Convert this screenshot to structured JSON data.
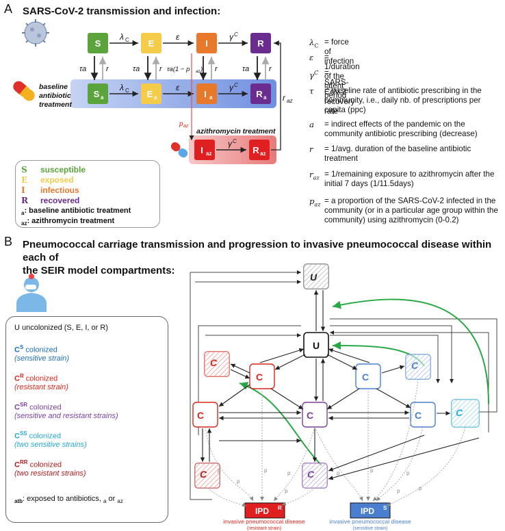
{
  "panelA": {
    "letter": "A",
    "title": "SARS-CoV-2 transmission and infection:",
    "states": [
      "S",
      "E",
      "I",
      "R"
    ],
    "states_abx": [
      "S",
      "E",
      "I",
      "R"
    ],
    "abx_sub": "a",
    "az_states": [
      "I",
      "R"
    ],
    "az_sub": "az",
    "baseline_label": [
      "baseline",
      "antibiotic",
      "treatment"
    ],
    "az_label": "azithromycin treatment",
    "arrow_labels": {
      "lambda_c": "λ",
      "lambda_c_sub": "C",
      "eps": "ε",
      "gamma": "γ",
      "gamma_sup": "C",
      "tau_a": "τa",
      "r": "r",
      "tau_a_I": "τa(1 − p",
      "tau_a_I_sub": "az",
      "tau_a_I_end": ")",
      "r_az": "r",
      "r_az_sub": "az",
      "p_az": "p",
      "p_az_sub": "az"
    },
    "legend": [
      {
        "sym": "S",
        "label": "susceptible",
        "color": "#5ba33b"
      },
      {
        "sym": "E",
        "label": "exposed",
        "color": "#f5cb4a"
      },
      {
        "sym": "I",
        "label": "infectious",
        "color": "#e8792a"
      },
      {
        "sym": "R",
        "label": "recovered",
        "color": "#6a2c8f"
      }
    ],
    "legend_sub_a": ": baseline antibiotic treatment",
    "legend_sub_az": ": azithromycin treatment",
    "definitions": [
      {
        "sym": "λ",
        "sub": "C",
        "text": "= force of infection"
      },
      {
        "sym": "ε",
        "sub": "",
        "text": "= 1/duration of the latent period"
      },
      {
        "sym": "γ",
        "sup": "C",
        "text": "= SARS-CoV-2 recovery rate"
      },
      {
        "sym": "τ",
        "sub": "",
        "text": "= baseline rate of antibiotic prescribing in the community, i.e., daily nb. of prescriptions per capita (ppc)"
      },
      {
        "sym": "a",
        "sub": "",
        "text": "= indirect effects of the pandemic on the community antibiotic prescribing (decrease)"
      },
      {
        "sym": "r",
        "sub": "",
        "text": "= 1/avg. duration of the baseline antibiotic treatment"
      },
      {
        "sym": "r",
        "sub": "az",
        "text": "= 1/remaining exposure to azithromycin after the initial 7 days (1/11.5days)"
      },
      {
        "sym": "p",
        "sub": "az",
        "text": "= a proportion of the SARS-CoV-2 infected in the community (or in a particular age group within the community) using azithromycin (0-0.2)"
      }
    ]
  },
  "panelB": {
    "letter": "B",
    "title_line1": "Pneumococcal carriage transmission and progression to invasive pneumococcal disease within each of",
    "title_line2": "the SEIR model compartments:",
    "legend": [
      {
        "main": "U uncolonized (S, E, I, or R)",
        "color": "#111111",
        "sub": ""
      },
      {
        "main": "C",
        "sup": "S",
        "rest": " colonized",
        "sub": "(sensitive strain)",
        "color": "#1f6fb5"
      },
      {
        "main": "C",
        "sup": "R",
        "rest": " colonized",
        "sub": "(resistant strain)",
        "color": "#d9261c"
      },
      {
        "main": "C",
        "sup": "SR",
        "rest": " colonized",
        "sub": "(sensitive and resistant strains)",
        "color": "#7b3fa0"
      },
      {
        "main": "C",
        "sup": "SS",
        "rest": " colonized",
        "sub": "(two sensitive strains)",
        "color": "#25a9d6"
      },
      {
        "main": "C",
        "sup": "RR",
        "rest": " colonized",
        "sub": "(two resistant strains)",
        "color": "#b01d1d"
      }
    ],
    "legend_atb": "atb",
    "legend_atb_text": ": exposed to antibiotics,",
    "legend_atb_a": "a",
    "legend_atb_or": " or ",
    "legend_atb_az": "az",
    "nodes": {
      "U": "U",
      "Uatb": "U",
      "CR": "C",
      "CS": "C",
      "CRR": "C",
      "CSR": "C",
      "CSS": "C",
      "CRatb": "C",
      "CSatb": "C",
      "CRRatb": "C",
      "CSRatb": "C",
      "CSSatb": "C"
    },
    "ipd_r": "IPD",
    "ipd_r_sup": "R",
    "ipd_s": "IPD",
    "ipd_s_sup": "S",
    "ipd_r_caption1": "invasive pneumococcal disease",
    "ipd_r_caption2": "(resistant strain)",
    "ipd_s_caption1": "invasive pneumococcal disease",
    "ipd_s_caption2": "(sensitive strain)",
    "colors": {
      "red": "#d9261c",
      "blue": "#4a7fd0",
      "purple": "#7b3fa0",
      "cyan": "#25a9d6",
      "green": "#27a844",
      "ipd_r_fill": "#e02020",
      "ipd_s_fill": "#4a7fd0"
    }
  }
}
